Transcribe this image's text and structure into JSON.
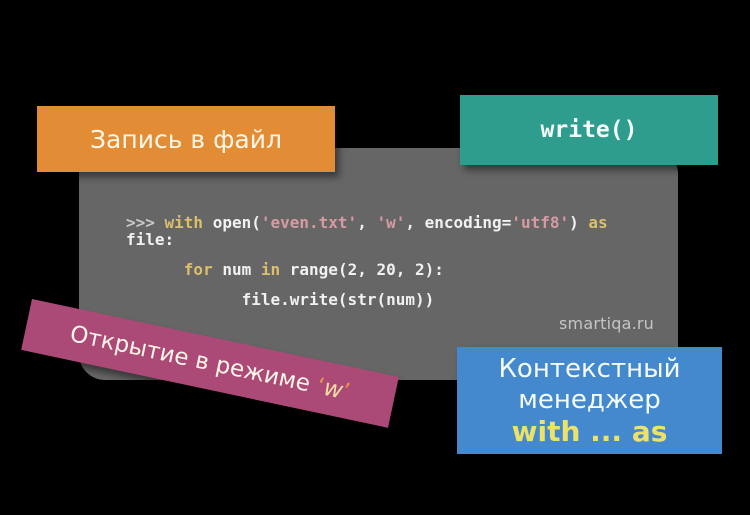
{
  "labels": {
    "write_to_file": "Запись в файл",
    "write_method": "write()",
    "open_mode": {
      "prefix": "Открытие в режиме ",
      "quote_open": "‘",
      "mode_char": "w",
      "quote_close": "’"
    },
    "context_manager": {
      "line1": "Контекстный",
      "line2": "менеджер",
      "line3": "with ... as"
    }
  },
  "code_panel": {
    "watermark": "smartiqa.ru",
    "lines": [
      {
        "gap": false,
        "segments": [
          {
            "type": "prompt",
            "text": ">>> "
          },
          {
            "type": "kw",
            "text": "with"
          },
          {
            "type": "plain",
            "text": " open("
          },
          {
            "type": "str",
            "text": "'even.txt'"
          },
          {
            "type": "plain",
            "text": ", "
          },
          {
            "type": "str",
            "text": "'w'"
          },
          {
            "type": "plain",
            "text": ", encoding="
          },
          {
            "type": "str",
            "text": "'utf8'"
          },
          {
            "type": "plain",
            "text": ") "
          },
          {
            "type": "kw",
            "text": "as"
          }
        ]
      },
      {
        "gap": false,
        "segments": [
          {
            "type": "plain",
            "text": "file:"
          }
        ]
      },
      {
        "gap": true,
        "segments": [
          {
            "type": "plain",
            "text": "      "
          },
          {
            "type": "kw",
            "text": "for"
          },
          {
            "type": "plain",
            "text": " num "
          },
          {
            "type": "kw",
            "text": "in"
          },
          {
            "type": "plain",
            "text": " range(2, 20, 2):"
          }
        ]
      },
      {
        "gap": true,
        "segments": [
          {
            "type": "plain",
            "text": "            file.write(str(num))"
          }
        ]
      }
    ]
  },
  "colors": {
    "bg": "#000000",
    "panel": "#666666",
    "orange": "#e28d35",
    "teal": "#2e9d8d",
    "blue": "#4489ce",
    "purple": "#ac4a77",
    "label-text": "#fdf6e8",
    "white-text": "#f4fbf9",
    "blue-accent": "#ece169",
    "purple-quote": "#e5944a",
    "purple-w": "#f7dfa0",
    "code-plain": "#f1f1f1",
    "code-kw": "#dcbf6a",
    "code-str": "#d89aa2",
    "code-prompt": "#c9c9c9",
    "watermark": "#c5c5c5"
  }
}
